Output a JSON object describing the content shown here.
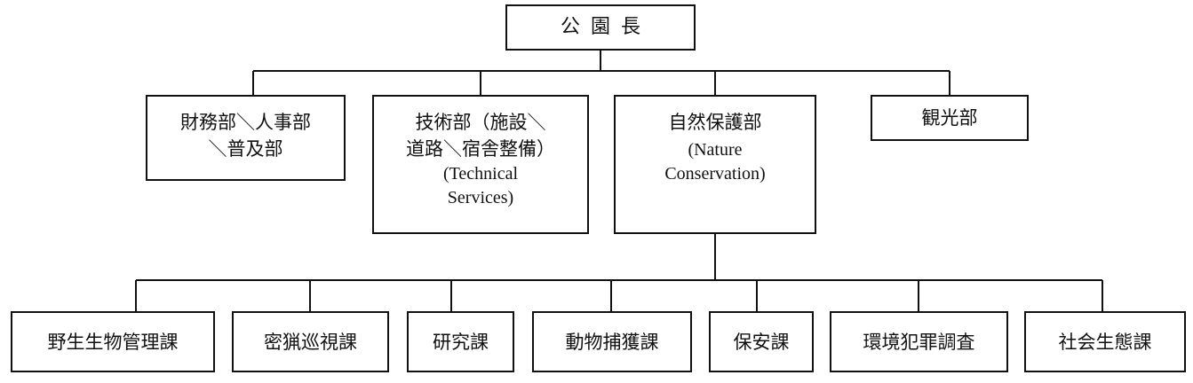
{
  "root": {
    "label": "公園長"
  },
  "departments": [
    {
      "id": "finance",
      "lines": [
        "財務部＼人事部",
        "＼普及部"
      ]
    },
    {
      "id": "technical",
      "lines": [
        "技術部（施設＼",
        "道路＼宿舎整備）"
      ],
      "en_lines": [
        "(Technical",
        "Services)"
      ]
    },
    {
      "id": "nature",
      "lines": [
        "自然保護部"
      ],
      "en_lines": [
        "(Nature",
        "Conservation)"
      ]
    },
    {
      "id": "tourism",
      "lines": [
        "観光部"
      ]
    }
  ],
  "sections": [
    {
      "label": "野生生物管理課"
    },
    {
      "label": "密猟巡視課"
    },
    {
      "label": "研究課"
    },
    {
      "label": "動物捕獲課"
    },
    {
      "label": "保安課"
    },
    {
      "label": "環境犯罪調査"
    },
    {
      "label": "社会生態課"
    }
  ]
}
